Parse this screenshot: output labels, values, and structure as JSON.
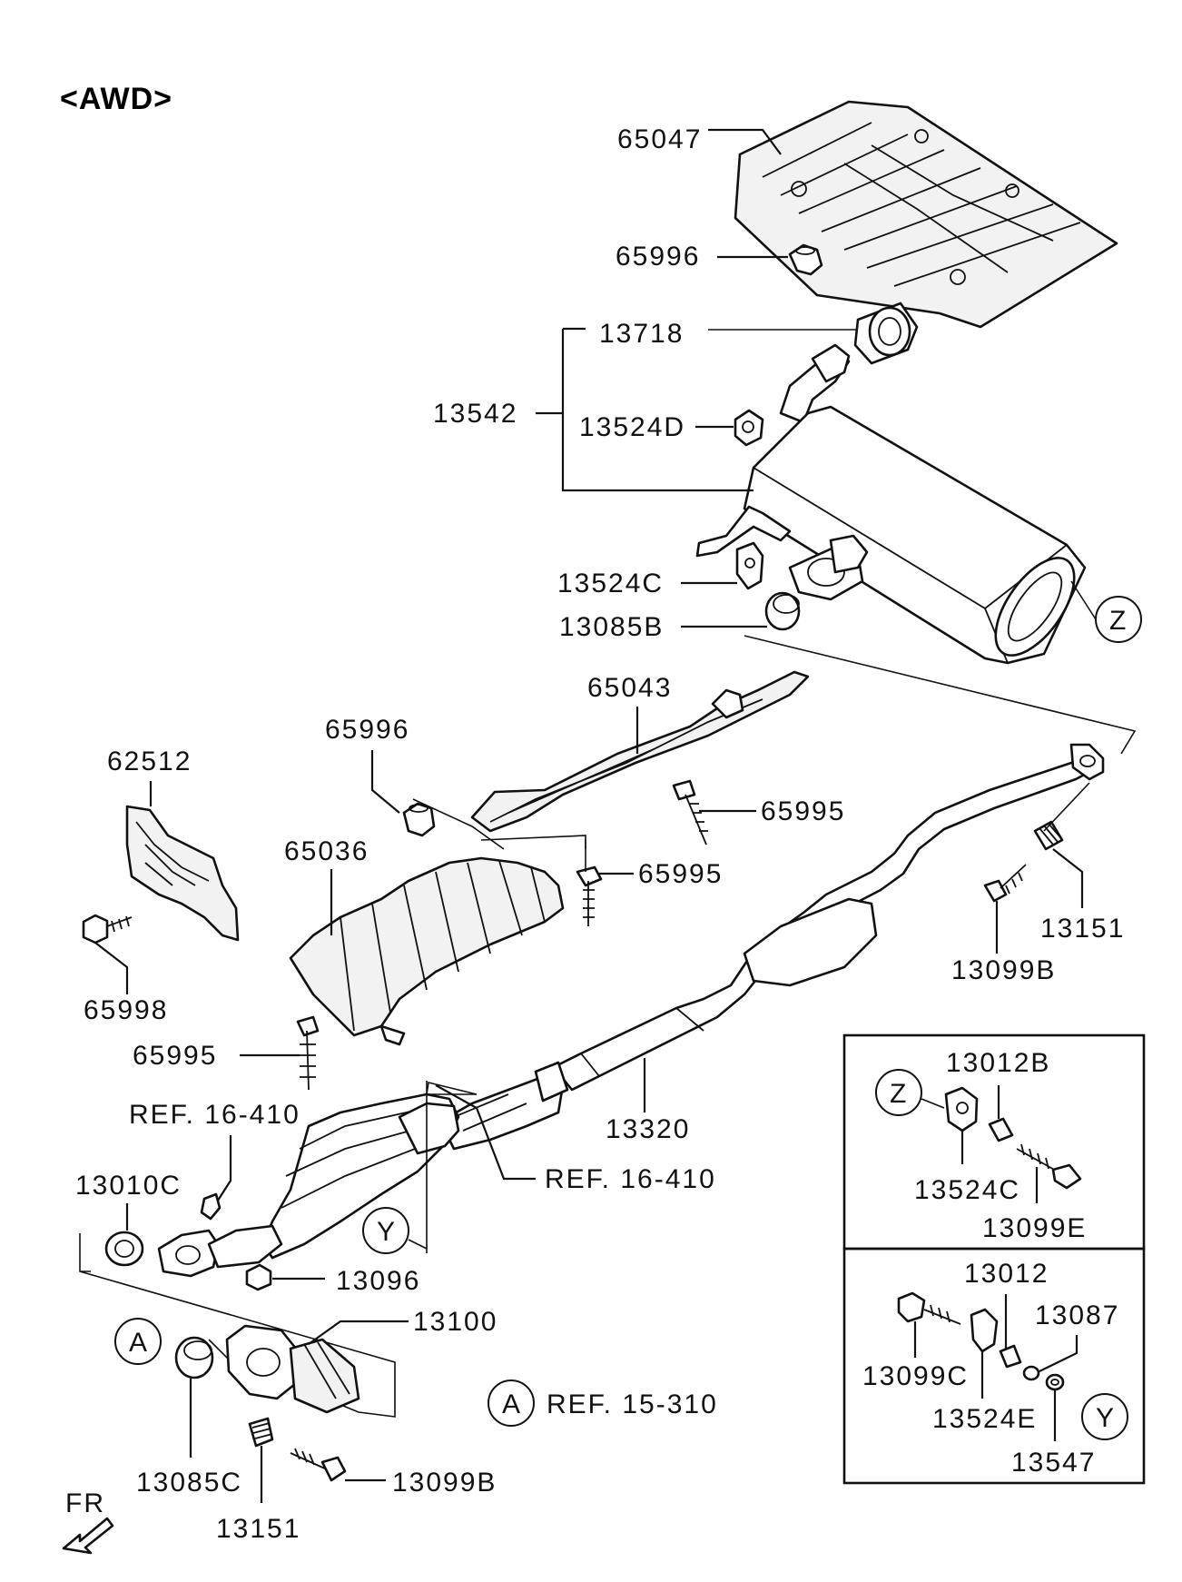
{
  "title": "<AWD>",
  "parts": {
    "p65047": "65047",
    "p65996_top": "65996",
    "p13718": "13718",
    "p13542": "13542",
    "p13524D": "13524D",
    "p13524C_main": "13524C",
    "p13085B": "13085B",
    "p65043": "65043",
    "p65996_mid": "65996",
    "p62512": "62512",
    "p65995_a": "65995",
    "p65036": "65036",
    "p65995_b": "65995",
    "p65998": "65998",
    "p65995_c": "65995",
    "p13151_right": "13151",
    "p13099B_right": "13099B",
    "p13320": "13320",
    "ref_16_410_a": "REF. 16-410",
    "ref_16_410_b": "REF. 16-410",
    "p13010C": "13010C",
    "p13096": "13096",
    "p13100": "13100",
    "p13085C": "13085C",
    "p13151_bottom": "13151",
    "p13099B_bottom": "13099B",
    "ref_15_310": "REF. 15-310"
  },
  "markers": {
    "A": "A",
    "Y": "Y",
    "Z": "Z"
  },
  "inset_z": {
    "p13012B": "13012B",
    "p13524C": "13524C",
    "p13099E": "13099E"
  },
  "inset_y": {
    "p13012": "13012",
    "p13087": "13087",
    "p13099C": "13099C",
    "p13524E": "13524E",
    "p13547": "13547"
  },
  "direction": {
    "fr": "FR"
  }
}
